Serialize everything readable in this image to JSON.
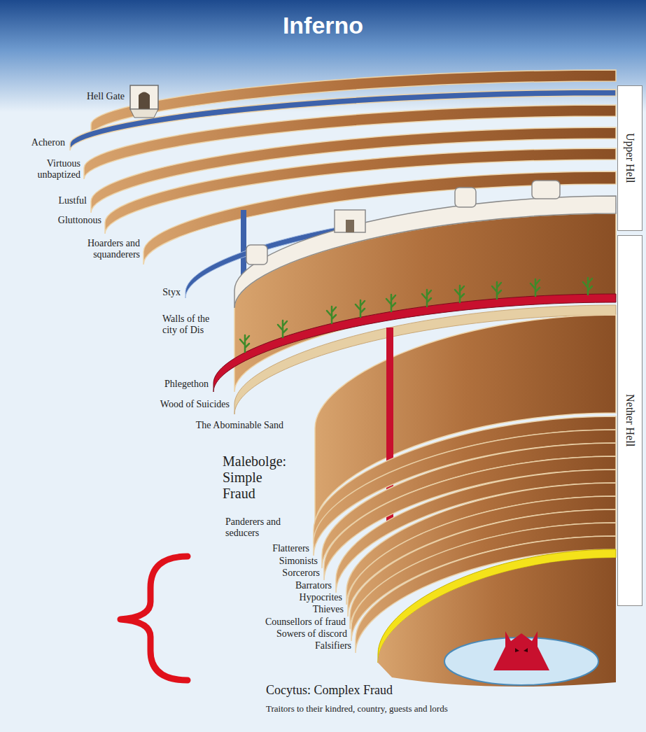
{
  "diagram": {
    "title": "Inferno",
    "nodes": [
      {
        "text": [
          "Upper Hell"
        ]
      },
      {
        "text": [
          "Nether Hell"
        ]
      }
    ],
    "labels": [
      "Hell Gate",
      "Acheron",
      "Virtuous unbaptized",
      "Lustful",
      "Gluttonous",
      "Hoarders and squanderers",
      "Styx",
      "Walls of the city of Dis",
      "Phlegethon",
      "Wood of Suicides",
      "The Abominable Sand",
      "Malebolge: Simple Fraud",
      "Panderers and seducers",
      "Flatterers",
      "Simonists",
      "Sorcerors",
      "Barrators",
      "Hypocrites",
      "Thieves",
      "Counsellors of fraud",
      "Sowers of discord",
      "Falsifiers",
      "Cocytus: Complex Fraud",
      "Traitors to their kindred, country, guests and lords"
    ]
  }
}
